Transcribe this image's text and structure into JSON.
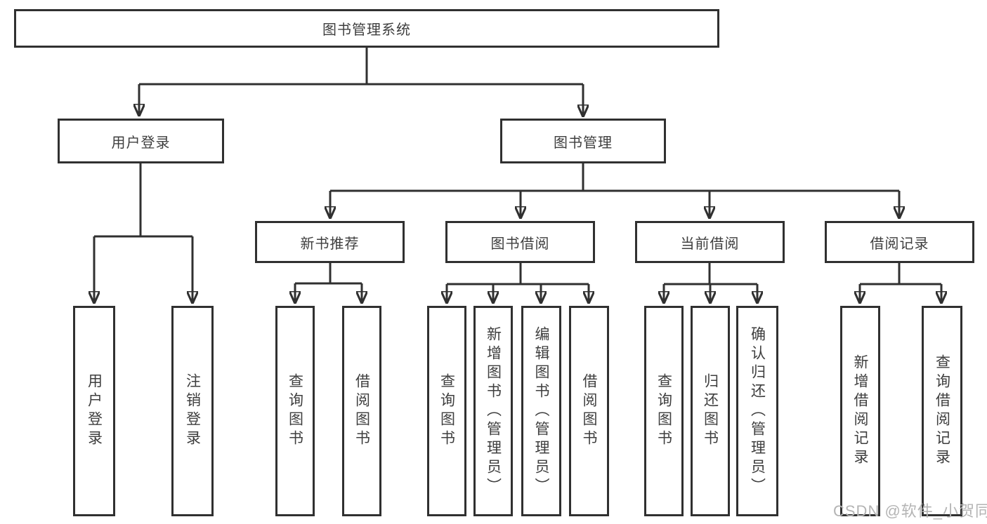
{
  "tree": {
    "root": "图书管理系统",
    "user_login": {
      "label": "用户登录",
      "children": [
        "用户登录",
        "注销登录"
      ]
    },
    "book_mgmt": {
      "label": "图书管理",
      "sections": [
        {
          "label": "新书推荐",
          "children": [
            "查询图书",
            "借阅图书"
          ]
        },
        {
          "label": "图书借阅",
          "children": [
            "查询图书",
            "新增图书（管理员）",
            "编辑图书（管理员）",
            "借阅图书"
          ]
        },
        {
          "label": "当前借阅",
          "children": [
            "查询图书",
            "归还图书",
            "确认归还（管理员）"
          ]
        },
        {
          "label": "借阅记录",
          "children": [
            "新增借阅记录",
            "查询借阅记录"
          ]
        }
      ]
    }
  },
  "watermark": "CSDN @软件_小贺同学",
  "colors": {
    "line": "#303030",
    "text": "#3e3e3e",
    "watermark": "#b4b4b4",
    "background": "#ffffff"
  }
}
